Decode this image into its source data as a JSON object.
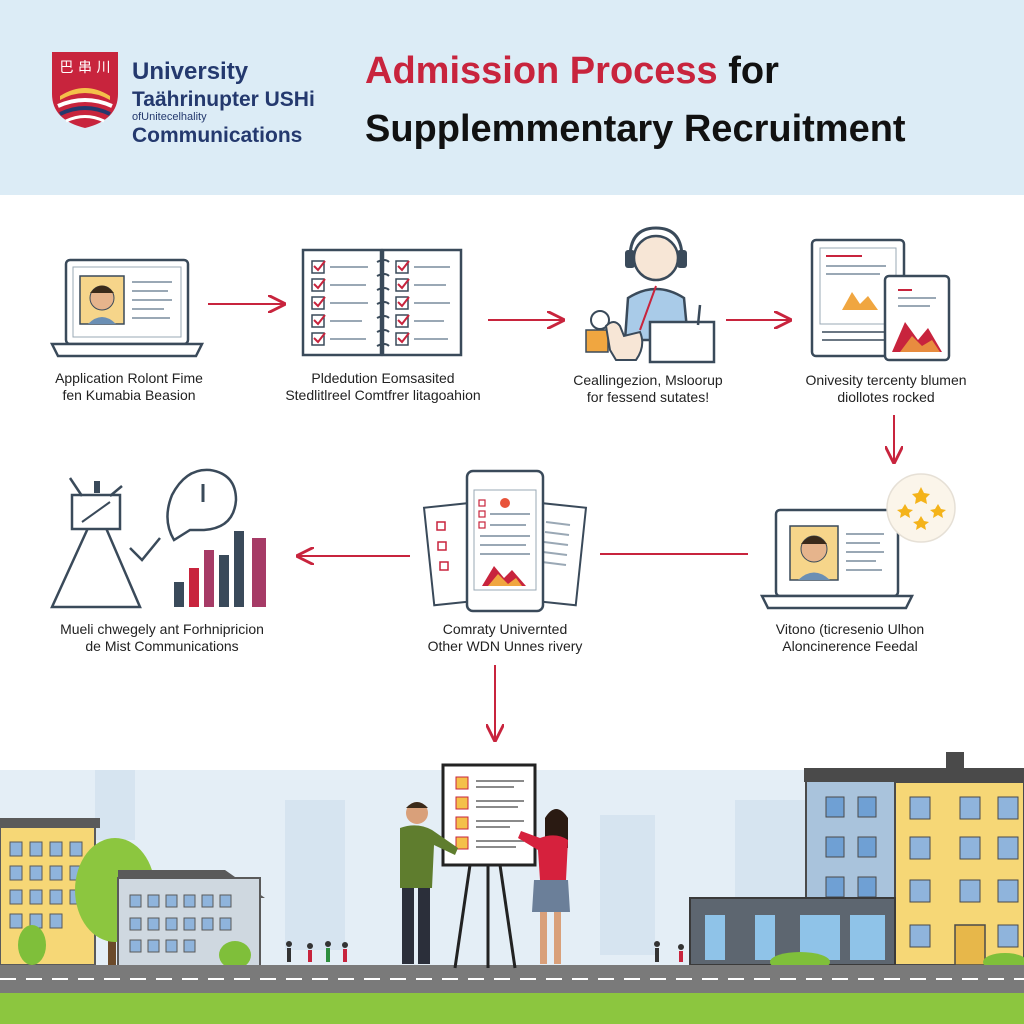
{
  "header": {
    "logo": {
      "crest_glyphs": "巴 串 川",
      "line1": "University",
      "line2": "Taährinupter USHi",
      "line3": "ofUnitecelhality",
      "line4": "Communications"
    },
    "title": {
      "accent": "Admission Process",
      "rest": " for",
      "line2": "Supplemmentary Recruitment"
    }
  },
  "steps": [
    {
      "line1": "Application Rolont Fime",
      "line2": "fen Kumabia Beasion"
    },
    {
      "line1": "Pldedution Eomsasited",
      "line2": "Stedlitlreel Comtfrer litagoahion"
    },
    {
      "line1": "Ceallingezion, Msloorup",
      "line2": "for fessend sutates!"
    },
    {
      "line1": "Onivesity tercenty blumen",
      "line2": "diollotes rocked"
    },
    {
      "line1": "Vitono (ticresenio Ulhon",
      "line2": "Aloncinerence Feedal"
    },
    {
      "line1": "Comraty Univernted",
      "line2": "Other WDN Unnes rivery"
    },
    {
      "line1": "Mueli chwegely ant Forhnipricion",
      "line2": "de Mist Communications"
    }
  ],
  "colors": {
    "accent_red": "#c8243d",
    "navy": "#24396e",
    "header_bg": "#dcecf6",
    "sky": "#e4eef6",
    "grass": "#8cc63f",
    "road": "#7a7a7a",
    "building_yellow": "#f6d776",
    "building_blue": "#a9c3dc"
  },
  "icons": [
    "laptop-profile-icon",
    "checklist-book-icon",
    "headset-agent-icon",
    "tablet-report-icon",
    "video-interview-icon",
    "document-stack-icon",
    "analytics-chart-icon",
    "presentation-board-icon"
  ]
}
